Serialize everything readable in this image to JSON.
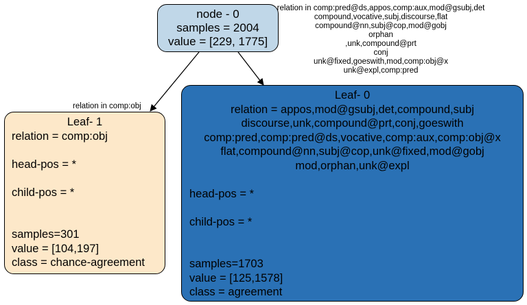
{
  "colors": {
    "root_fill": "#c0d7e8",
    "leaf1_fill": "#fde8c9",
    "leaf0_fill": "#2a71b5",
    "edge": "#000000"
  },
  "root": {
    "title": "node - 0",
    "samples": "samples = 2004",
    "value": "value = [229, 1775]"
  },
  "edges": {
    "right_label": [
      "relation in comp:pred@ds,appos,comp:aux,mod@gsubj,det",
      "compound,vocative,subj,discourse,flat",
      "compound@nn,subj@cop,mod@gobj",
      "orphan",
      ",unk,compound@prt",
      "conj",
      "unk@fixed,goeswith,mod,comp:obj@x",
      "unk@expl,comp:pred"
    ],
    "left_label": "relation in comp:obj"
  },
  "leaf1": {
    "title": "Leaf- 1",
    "relation": "relation = comp:obj",
    "head_pos": "head-pos = *",
    "child_pos": "child-pos = *",
    "samples": "samples=301",
    "value": "value = [104,197]",
    "class": "class = chance-agreement"
  },
  "leaf0": {
    "title": "Leaf- 0",
    "relation_lines": [
      "relation = appos,mod@gsubj,det,compound,subj",
      "discourse,unk,compound@prt,conj,goeswith",
      "comp:pred,comp:pred@ds,vocative,comp:aux,comp:obj@x",
      "flat,compound@nn,subj@cop,unk@fixed,mod@gobj",
      "mod,orphan,unk@expl"
    ],
    "head_pos": "head-pos = *",
    "child_pos": "child-pos = *",
    "samples": "samples=1703",
    "value": "value = [125,1578]",
    "class": "class = agreement"
  }
}
